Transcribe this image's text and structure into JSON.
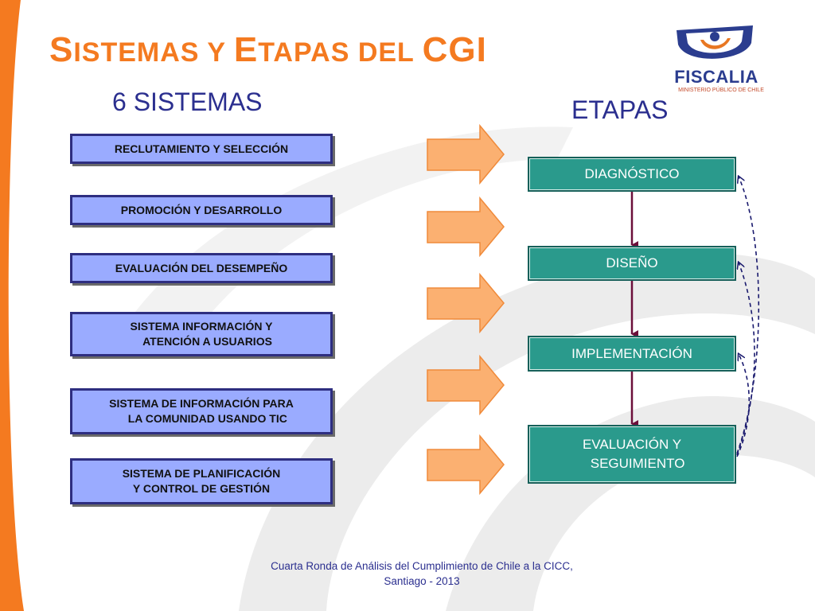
{
  "slide": {
    "title_initial_1": "S",
    "title_rest_1": "ISTEMAS Y ",
    "title_initial_2": "E",
    "title_rest_2": "TAPAS DEL ",
    "title_end": "CGI"
  },
  "systems_heading": "6 SISTEMAS",
  "stages_heading": "ETAPAS",
  "logo": {
    "name": "FISCALIA",
    "subtitle": "MINISTERIO PÚBLICO DE CHILE"
  },
  "systems": [
    "RECLUTAMIENTO Y SELECCIÓN",
    "PROMOCIÓN Y DESARROLLO",
    "EVALUACIÓN DEL DESEMPEÑO",
    "SISTEMA INFORMACIÓN Y\n    ATENCIÓN A USUARIOS",
    "SISTEMA DE INFORMACIÓN PARA\n    LA COMUNIDAD USANDO TIC",
    "SISTEMA DE PLANIFICACIÓN\nY CONTROL DE GESTIÓN"
  ],
  "stages": [
    "DIAGNÓSTICO",
    "DISEÑO",
    "IMPLEMENTACIÓN",
    "EVALUACIÓN Y\n   SEGUIMIENTO"
  ],
  "footer": {
    "line1": "Cuarta Ronda de Análisis del Cumplimiento de Chile a la CICC,",
    "line2": "Santiago - 2013"
  },
  "colors": {
    "accent_orange": "#f47a20",
    "heading_blue": "#2b2f8f",
    "system_fill": "#9aabff",
    "stage_fill": "#2a9a8c",
    "arrow_fill": "#fbb071",
    "connector": "#6b0f3a"
  }
}
